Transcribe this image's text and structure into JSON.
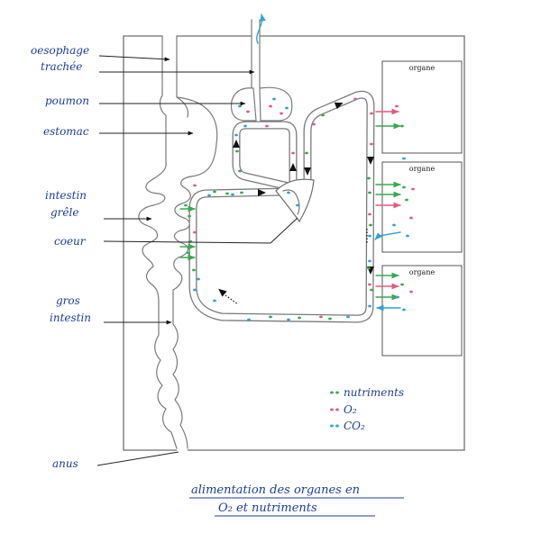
{
  "labels": {
    "oesophage": "oesophage",
    "trachee": "trachée",
    "poumon": "poumon",
    "estomac": "estomac",
    "intestin_grele_1": "intestin",
    "intestin_grele_2": "grêle",
    "coeur": "coeur",
    "gros_intestin_1": "gros",
    "gros_intestin_2": "intestin",
    "anus": "anus"
  },
  "organs": [
    "organe",
    "organe",
    "organe"
  ],
  "legend": [
    {
      "label": "nutriments",
      "color_key": "nutriments"
    },
    {
      "label": "O₂",
      "color_key": "o2"
    },
    {
      "label": "CO₂",
      "color_key": "co2"
    }
  ],
  "title": {
    "line1": "alimentation des organes en",
    "line2": "O₂ et nutriments"
  },
  "colors": {
    "ink": "#1c3d9c",
    "nutriments": "#3aa852",
    "o2": "#e05c7c",
    "co2": "#2ea3d6",
    "arrow": "#111111"
  }
}
